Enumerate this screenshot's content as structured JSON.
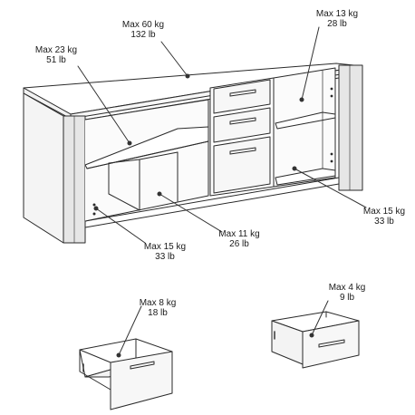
{
  "labels": {
    "top_center": {
      "kg": "Max 60 kg",
      "lb": "132 lb"
    },
    "top_right": {
      "kg": "Max 13 kg",
      "lb": "28 lb"
    },
    "upper_left": {
      "kg": "Max 23 kg",
      "lb": "51 lb"
    },
    "right_lower": {
      "kg": "Max 15 kg",
      "lb": "33 lb"
    },
    "mid_center": {
      "kg": "Max 11 kg",
      "lb": "26 lb"
    },
    "lower_left": {
      "kg": "Max 15 kg",
      "lb": "33 lb"
    },
    "drawer_large": {
      "kg": "Max 8 kg",
      "lb": "18 lb"
    },
    "drawer_small": {
      "kg": "Max 4 kg",
      "lb": "9 lb"
    }
  },
  "colors": {
    "line": "#2a2a2a",
    "panel_shade": "#e6e6e6",
    "leader": "#333333"
  }
}
